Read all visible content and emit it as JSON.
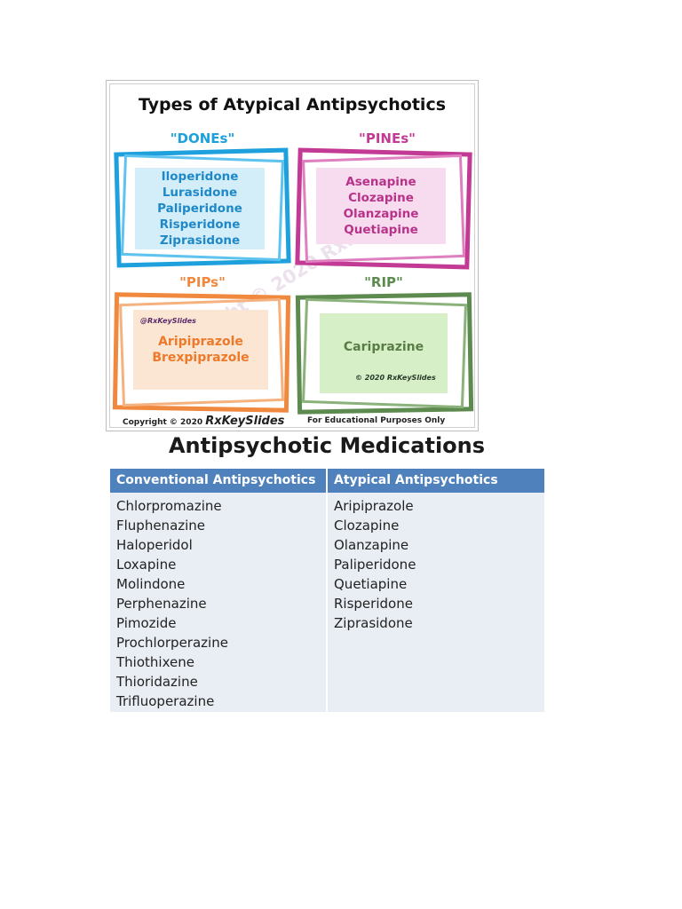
{
  "infographic": {
    "title": "Types of Atypical Antipsychotics",
    "watermark": "Copyright © 2020 RxKeySlides",
    "groups": [
      {
        "label": "\"DONEs\"",
        "color": "#1ea0dc",
        "drugs": [
          "Iloperidone",
          "Lurasidone",
          "Paliperidone",
          "Risperidone",
          "Ziprasidone"
        ]
      },
      {
        "label": "\"PINEs\"",
        "color": "#c23a93",
        "drugs": [
          "Asenapine",
          "Clozapine",
          "Olanzapine",
          "Quetiapine"
        ]
      },
      {
        "label": "\"PIPs\"",
        "color": "#f0883e",
        "handle": "@RxKeySlides",
        "drugs": [
          "Aripiprazole",
          "Brexpiprazole"
        ]
      },
      {
        "label": "\"RIP\"",
        "color": "#5d8a4e",
        "handle": "© 2020 RxKeySlides",
        "drugs": [
          "Cariprazine"
        ]
      }
    ],
    "footer_copyright": "Copyright © 2020",
    "footer_brand": "RxKeySlides",
    "footer_note": "For Educational Purposes Only"
  },
  "medications": {
    "title": "Antipsychotic Medications",
    "columns": [
      {
        "header": "Conventional Antipsychotics",
        "items": [
          "Chlorpromazine",
          "Fluphenazine",
          "Haloperidol",
          "Loxapine",
          "Molindone",
          "Perphenazine",
          "Pimozide",
          "Prochlorperazine",
          "Thiothixene",
          "Thioridazine",
          "Trifluoperazine"
        ]
      },
      {
        "header": "Atypical Antipsychotics",
        "items": [
          "Aripiprazole",
          "Clozapine",
          "Olanzapine",
          "Paliperidone",
          "Quetiapine",
          "Risperidone",
          "Ziprasidone"
        ]
      }
    ],
    "colors": {
      "header_bg": "#4f81bd",
      "body_bg": "#e9edf4"
    }
  }
}
